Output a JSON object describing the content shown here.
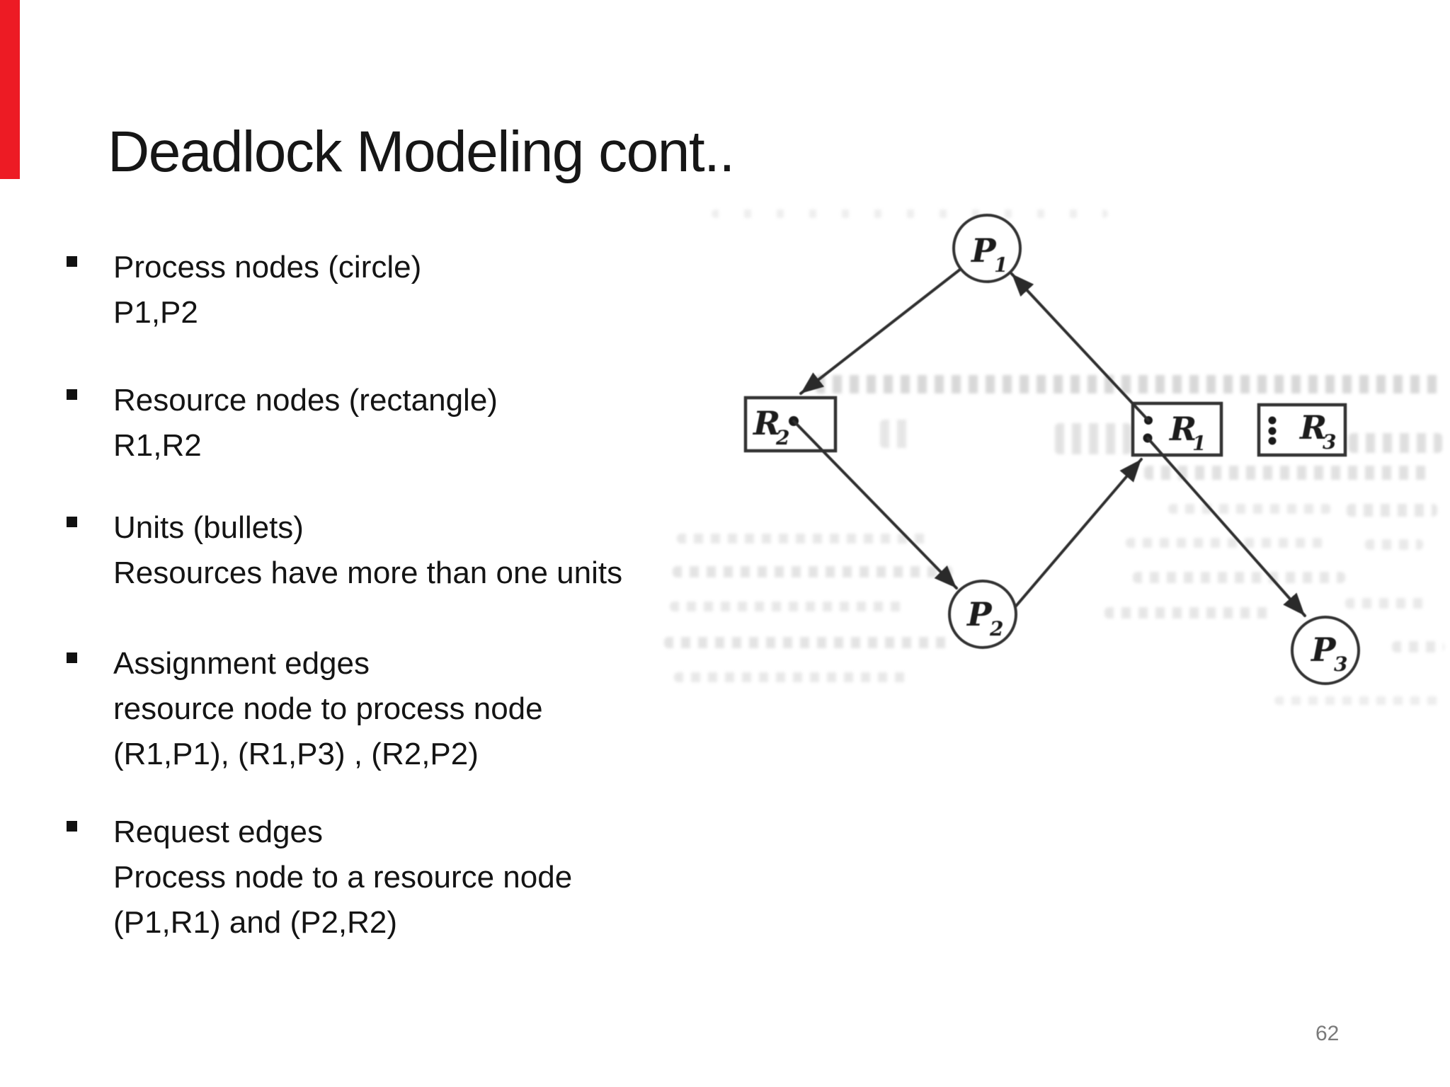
{
  "slide": {
    "title": "Deadlock Modeling cont..",
    "page_number": "62",
    "accent_color": "#ed1b24"
  },
  "bullets": {
    "items": [
      {
        "lines": [
          "Process nodes (circle)",
          "P1,P2"
        ]
      },
      {
        "lines": [
          "Resource nodes (rectangle)",
          "R1,R2"
        ]
      },
      {
        "lines": [
          "Units (bullets)",
          "Resources have more than one units"
        ]
      },
      {
        "lines": [
          "Assignment edges",
          "resource node to process node",
          "(R1,P1), (R1,P3) , (R2,P2)"
        ]
      },
      {
        "lines": [
          "Request edges",
          "Process node to a resource node",
          "(P1,R1) and (P2,R2)"
        ]
      }
    ]
  },
  "diagram": {
    "nodes": {
      "p1": {
        "letter": "P",
        "sub": "1"
      },
      "p2": {
        "letter": "P",
        "sub": "2"
      },
      "p3": {
        "letter": "P",
        "sub": "3"
      },
      "r1": {
        "letter": "R",
        "sub": "1"
      },
      "r2": {
        "letter": "R",
        "sub": "2"
      },
      "r3": {
        "letter": "R",
        "sub": "3"
      }
    }
  }
}
